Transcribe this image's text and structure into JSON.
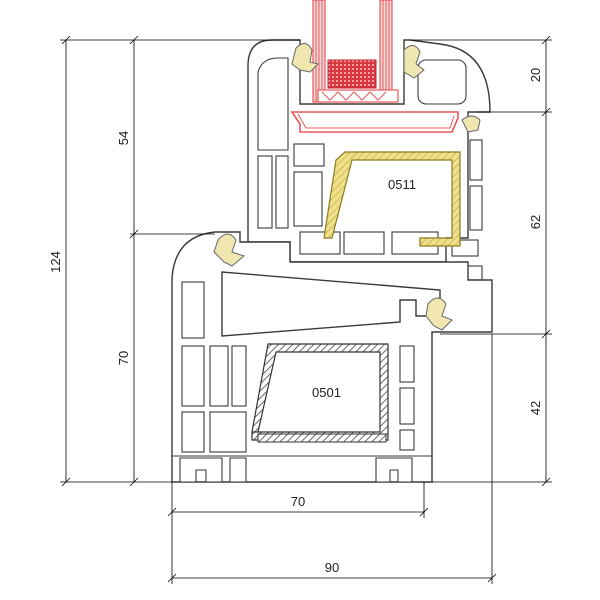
{
  "labels": {
    "steel_sash": "0511",
    "steel_frame": "0501"
  },
  "dimensions": {
    "left_total": "124",
    "left_upper": "54",
    "left_lower": "70",
    "right_top": "20",
    "right_middle": "62",
    "right_bottom": "42",
    "bottom_inner": "70",
    "bottom_outer": "90"
  },
  "colors": {
    "glass": "#e8585a",
    "glass_block": "#d9363e",
    "reinforcement": "#f0e08a",
    "gasket": "#f0e6b0",
    "profile_stroke": "#3a3a3a",
    "dimension": "#000000"
  }
}
